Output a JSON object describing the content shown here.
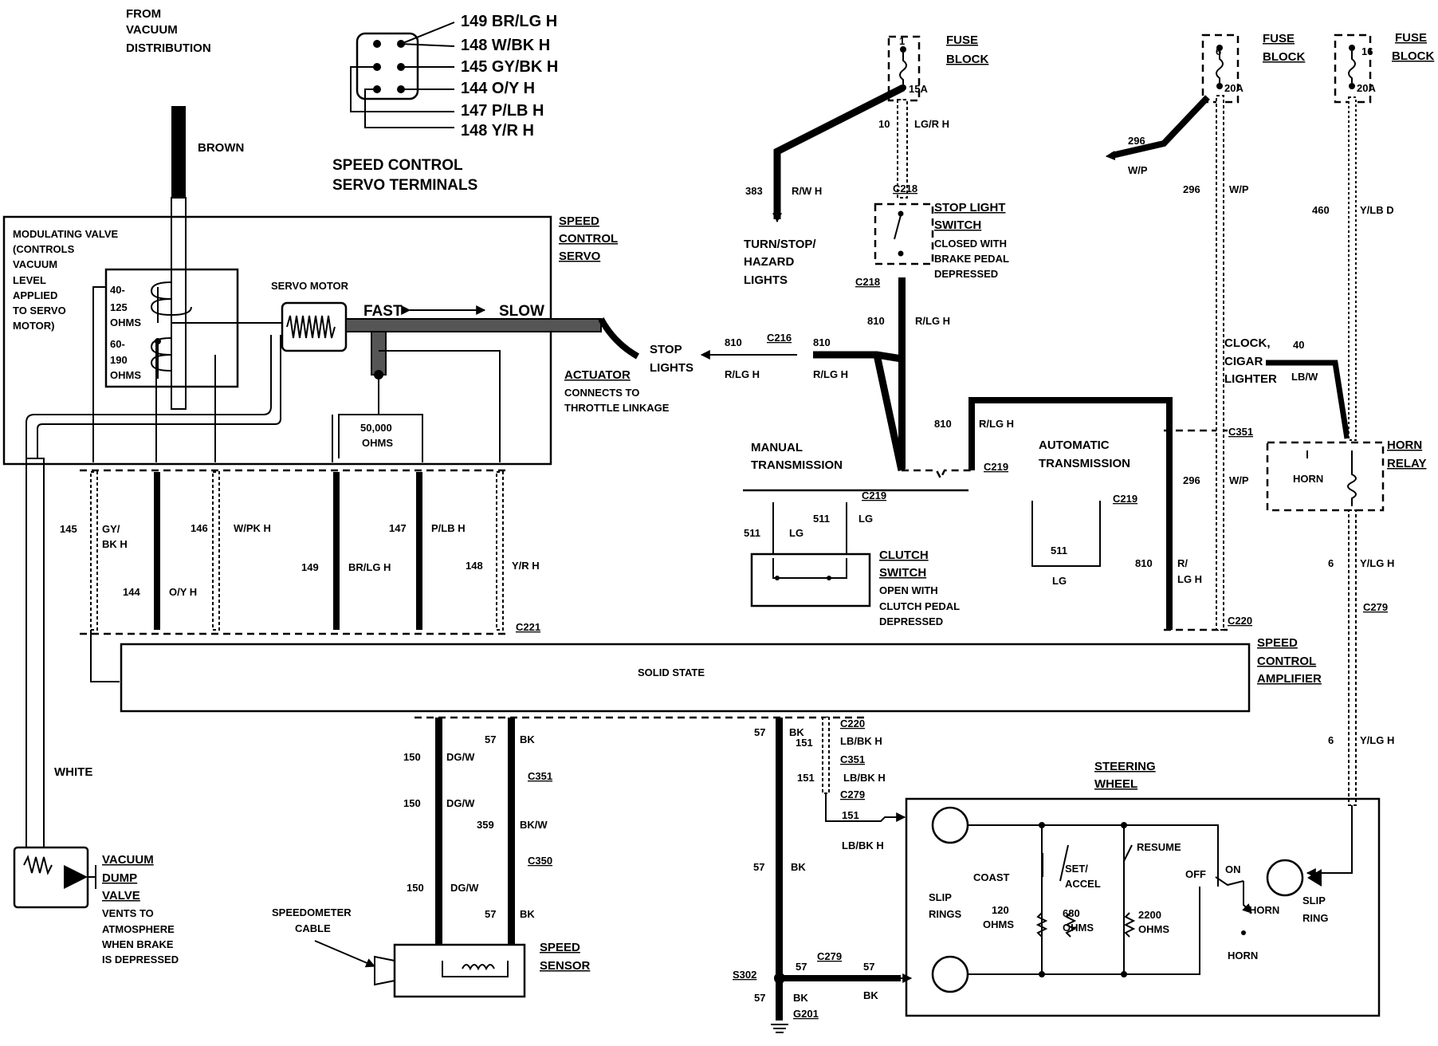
{
  "labels": {
    "from_vacuum": [
      "FROM",
      "VACUUM",
      "DISTRIBUTION"
    ],
    "brown": "BROWN",
    "white": "WHITE",
    "servo_terminals_title": [
      "SPEED CONTROL",
      "SERVO TERMINALS"
    ],
    "servo_terminals": [
      "149 BR/LG H",
      "148 W/BK H",
      "145 GY/BK H",
      "144 O/Y H",
      "147 P/LB H",
      "148 Y/R H"
    ],
    "modulating_valve": [
      "MODULATING VALVE",
      "(CONTROLS",
      "VACUUM",
      "LEVEL",
      "APPLIED",
      "TO SERVO",
      "MOTOR)"
    ],
    "resist_1": [
      "40-",
      "125",
      "OHMS"
    ],
    "resist_2": [
      "60-",
      "190",
      "OHMS"
    ],
    "servo_motor": "SERVO MOTOR",
    "fast": "FAST",
    "slow": "SLOW",
    "speed_control_servo": [
      "SPEED",
      "CONTROL",
      "SERVO"
    ],
    "ohms_50000": [
      "50,000",
      "OHMS"
    ],
    "actuator": "ACTUATOR",
    "actuator_note": [
      "CONNECTS TO",
      "THROTTLE LINKAGE"
    ],
    "stop_lights": [
      "STOP",
      "LIGHTS"
    ],
    "fuse_block_1": {
      "num": "1",
      "amp": "15A",
      "label": [
        "FUSE",
        "BLOCK"
      ]
    },
    "fuse_block_6": {
      "num": "6",
      "amp": "20A",
      "label": [
        "FUSE",
        "BLOCK"
      ]
    },
    "fuse_block_16": {
      "num": "16",
      "amp": "20A",
      "label": [
        "FUSE",
        "BLOCK"
      ]
    },
    "w10": [
      "10",
      "LG/R H"
    ],
    "c218_top": "C218",
    "c218_bottom": "C218",
    "stop_light_switch": [
      "STOP LIGHT",
      "SWITCH",
      "CLOSED WITH",
      "BRAKE PEDAL",
      "DEPRESSED"
    ],
    "w383": [
      "383",
      "R/W H"
    ],
    "turn_stop": [
      "TURN/STOP/",
      "HAZARD",
      "LIGHTS"
    ],
    "w810_a": [
      "810",
      "R/LG H"
    ],
    "w810_left": [
      "810",
      "R/LG H"
    ],
    "w810_right": [
      "810",
      "R/LG H"
    ],
    "c216": "C216",
    "w810_b": [
      "810",
      "R/LG H"
    ],
    "manual_trans": [
      "MANUAL",
      "TRANSMISSION"
    ],
    "automatic_trans": [
      "AUTOMATIC",
      "TRANSMISSION"
    ],
    "c219_a": "C219",
    "c219_b": "C219",
    "c219_c": "C219",
    "w511_a": [
      "511",
      "LG"
    ],
    "w511_b": [
      "511",
      "LG"
    ],
    "w511_c": [
      "511",
      "LG"
    ],
    "clutch_switch": [
      "CLUTCH",
      "SWITCH",
      "OPEN WITH",
      "CLUTCH PEDAL",
      "DEPRESSED"
    ],
    "w296_arrow": [
      "296",
      "W/P"
    ],
    "w296_a": [
      "296",
      "W/P"
    ],
    "w296_b": [
      "296",
      "W/P"
    ],
    "c351_right": "C351",
    "clock_cigar": [
      "CLOCK,",
      "CIGAR",
      "LIGHTER"
    ],
    "w40": [
      "40",
      "LB/W"
    ],
    "w460": [
      "460",
      "Y/LB D"
    ],
    "horn_relay": [
      "HORN",
      "RELAY"
    ],
    "horn_inner": "HORN",
    "w6_a": [
      "6",
      "Y/LG H"
    ],
    "c279_right": "C279",
    "w6_b": [
      "6",
      "Y/LG H"
    ],
    "w810_c": [
      "810",
      "R/",
      "LG H"
    ],
    "c220_right": "C220",
    "speed_control_amp": [
      "SPEED",
      "CONTROL",
      "AMPLIFIER"
    ],
    "solid_state": "SOLID STATE",
    "c221": "C221",
    "w145": [
      "145",
      "GY/",
      "BK H"
    ],
    "w144": [
      "144",
      "O/Y H"
    ],
    "w146": [
      "146",
      "W/PK H"
    ],
    "w149": [
      "149",
      "BR/LG H"
    ],
    "w147": [
      "147",
      "P/LB H"
    ],
    "w148": [
      "148",
      "Y/R H"
    ],
    "w150_a": [
      "150",
      "DG/W"
    ],
    "w57_a": [
      "57",
      "BK"
    ],
    "c351_mid": "C351",
    "w150_b": [
      "150",
      "DG/W"
    ],
    "w359": [
      "359",
      "BK/W"
    ],
    "c350": "C350",
    "w150_c": [
      "150",
      "DG/W"
    ],
    "w57_b": [
      "57",
      "BK"
    ],
    "speedometer_cable": [
      "SPEEDOMETER",
      "CABLE"
    ],
    "speed_sensor": [
      "SPEED",
      "SENSOR"
    ],
    "vacuum_dump": [
      "VACUUM",
      "DUMP",
      "VALVE",
      "VENTS TO",
      "ATMOSPHERE",
      "WHEN BRAKE",
      "IS DEPRESSED"
    ],
    "w57_c": [
      "57",
      "BK"
    ],
    "w151_a": [
      "151",
      "LB/BK H"
    ],
    "c220_mid": "C220",
    "c351_b": "C351",
    "w151_b": [
      "151",
      "LB/BK H"
    ],
    "c279_mid": "C279",
    "w151_c": [
      "151",
      "LB/BK H"
    ],
    "w57_d": [
      "57",
      "BK"
    ],
    "s302": "S302",
    "w57_e": [
      "57",
      "57"
    ],
    "c279_bottom": "C279",
    "w57_f": [
      "57",
      "BK"
    ],
    "w57_g": [
      "57",
      "BK"
    ],
    "g201": "G201",
    "steering_wheel": [
      "STEERING",
      "WHEEL"
    ],
    "slip_rings": [
      "SLIP",
      "RINGS"
    ],
    "coast": "COAST",
    "set_accel": [
      "SET/",
      "ACCEL"
    ],
    "resume": "RESUME",
    "off": "OFF",
    "on": "ON",
    "r120": [
      "120",
      "OHMS"
    ],
    "r680": [
      "680",
      "OHMS"
    ],
    "r2200": [
      "2200",
      "OHMS"
    ],
    "horn_sw": "HORN",
    "horn_out": "HORN",
    "slip_ring": [
      "SLIP",
      "RING"
    ]
  }
}
